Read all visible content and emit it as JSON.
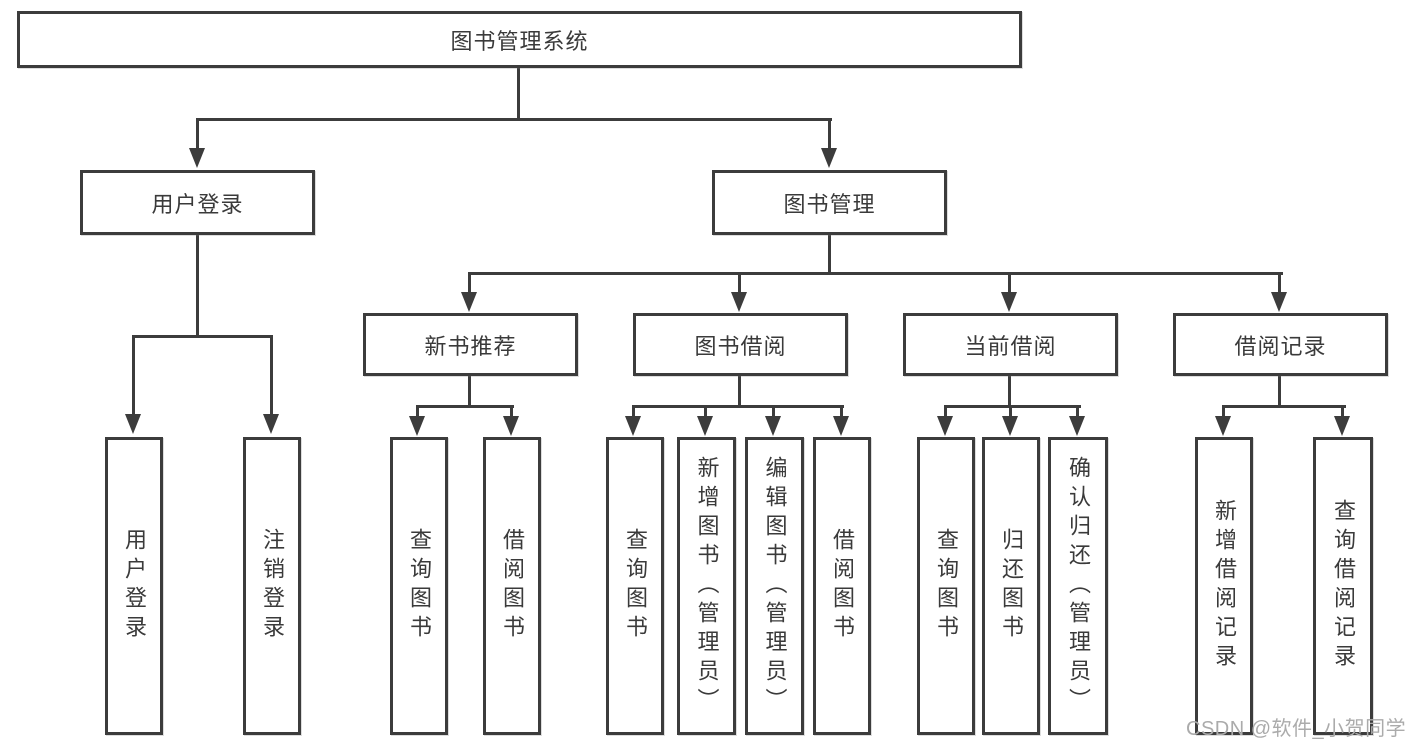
{
  "diagram": {
    "root": "图书管理系统",
    "user_login": {
      "label": "用户登录",
      "children": [
        "用户登录",
        "注销登录"
      ]
    },
    "book_mgmt": {
      "label": "图书管理",
      "sections": [
        {
          "label": "新书推荐",
          "children": [
            "查询图书",
            "借阅图书"
          ]
        },
        {
          "label": "图书借阅",
          "children": [
            "查询图书",
            "新增图书（管理员）",
            "编辑图书（管理员）",
            "借阅图书"
          ]
        },
        {
          "label": "当前借阅",
          "children": [
            "查询图书",
            "归还图书",
            "确认归还（管理员）"
          ]
        },
        {
          "label": "借阅记录",
          "children": [
            "新增借阅记录",
            "查询借阅记录"
          ]
        }
      ]
    }
  },
  "watermark": {
    "text": "CSDN @软件_小贺同学"
  },
  "colors": {
    "line": "#3c3c3c",
    "box_border": "#3c3c3c",
    "text": "#3a3a3a",
    "watermark": "#ababab",
    "background": "#ffffff"
  }
}
